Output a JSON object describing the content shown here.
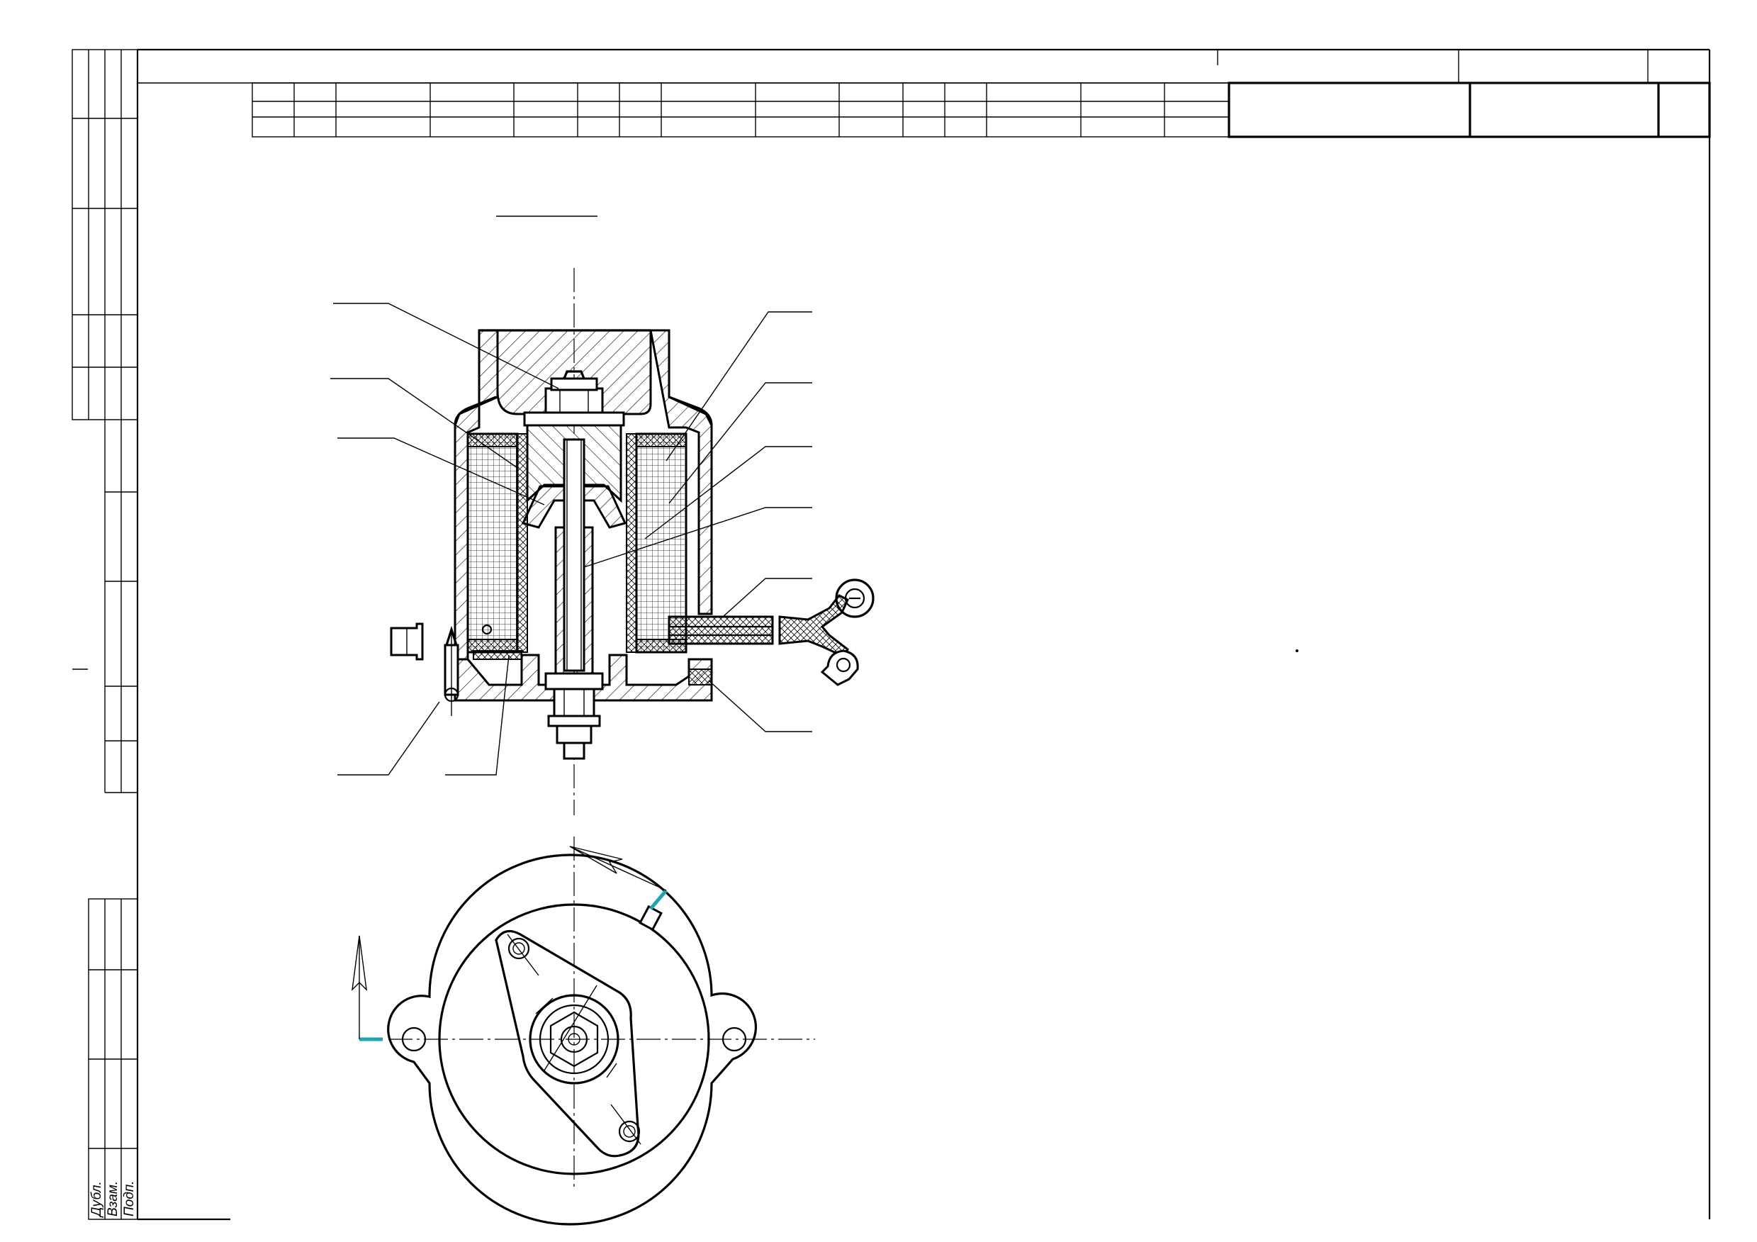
{
  "drawing": {
    "side_box_labels": [
      "Дубл.",
      "Взам.",
      "Подп."
    ]
  },
  "colors": {
    "line": "#000000",
    "accent_marks": "#1aa7b0",
    "background": "#ffffff"
  }
}
